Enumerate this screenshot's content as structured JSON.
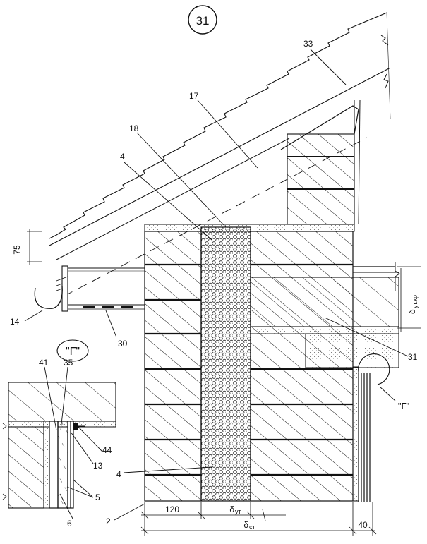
{
  "title": "31",
  "labels": {
    "l33": "33",
    "l17": "17",
    "l18": "18",
    "l4_top": "4",
    "l75": "75",
    "l14": "14",
    "l30": "30",
    "l31": "31",
    "l41": "41",
    "l35": "35",
    "l44": "44",
    "l13": "13",
    "l5": "5",
    "l6": "6",
    "l4_bottom": "4",
    "l2": "2",
    "l40": "40",
    "l120": "120",
    "d_ut": "δ",
    "d_ut_sub": "ут",
    "d_st": "δ",
    "d_st_sub": "ст",
    "d_ut_kr": "δ",
    "d_ut_kr_sub": "ут.кр."
  },
  "callout": {
    "detail_marker": "\"Г\"",
    "detail_title": "\"Г\""
  },
  "colors": {
    "ink": "#111111",
    "paper": "#ffffff",
    "stipple": "#777777"
  }
}
